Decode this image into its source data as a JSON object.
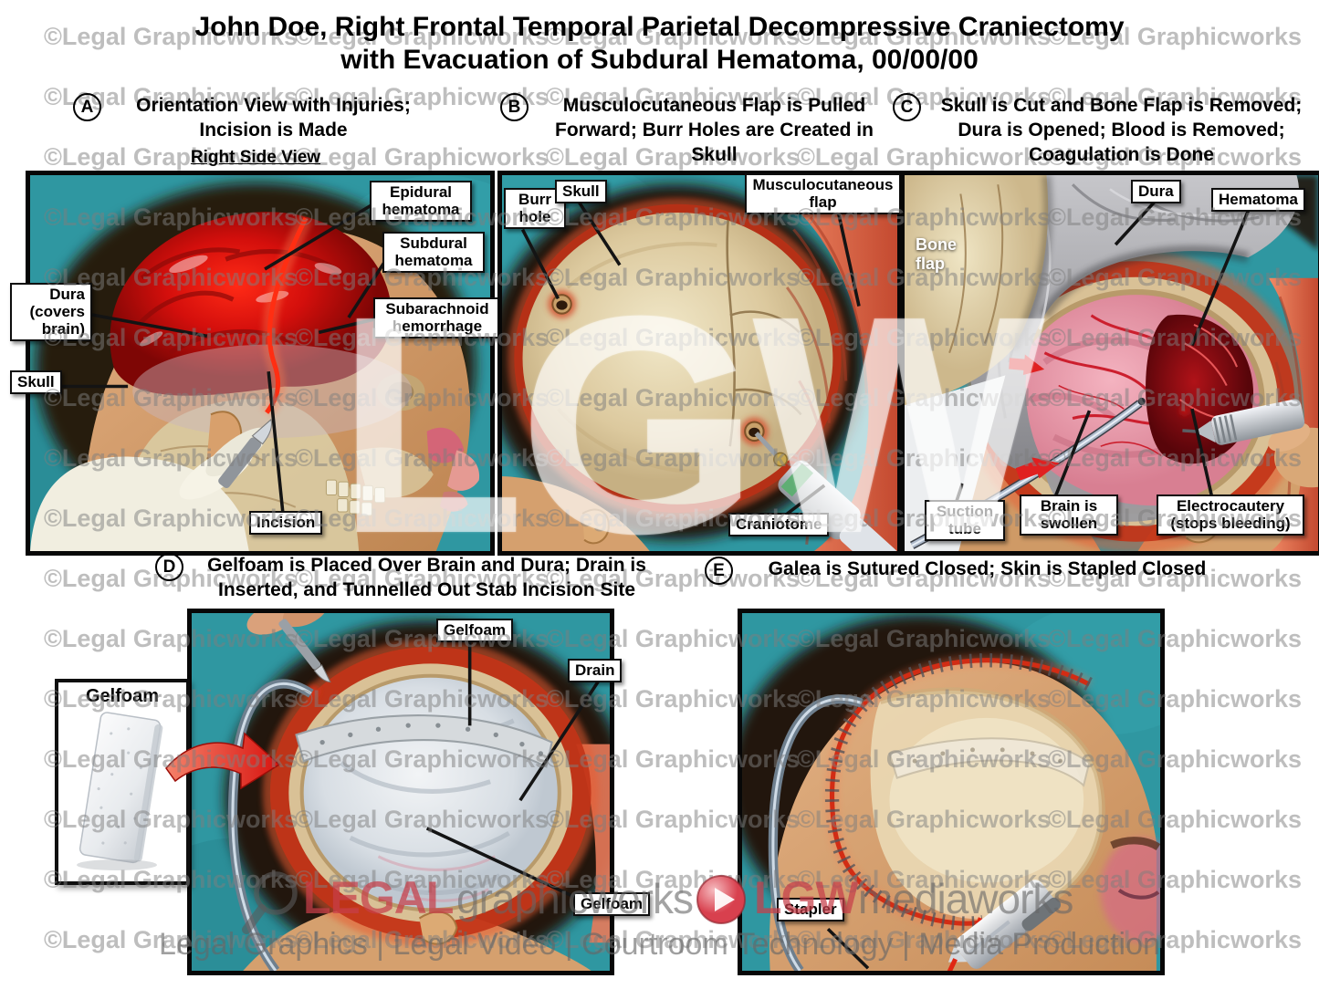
{
  "header": {
    "title_line1": "John Doe, Right Frontal Temporal Parietal Decompressive Craniectomy",
    "title_line2": "with Evacuation of Subdural Hematoma, 00/00/00"
  },
  "panels": {
    "a": {
      "letter": "A",
      "title": "Orientation View with Injuries; Incision is Made",
      "subtitle": "Right Side View",
      "labels": {
        "epidural": "Epidural hematoma",
        "subdural": "Subdural hematoma",
        "subarachnoid": "Subarachnoid hemorrhage",
        "dura": "Dura (covers brain)",
        "skull": "Skull",
        "incision": "Incision"
      }
    },
    "b": {
      "letter": "B",
      "title": "Musculocutaneous Flap is Pulled Forward; Burr Holes are Created in Skull",
      "labels": {
        "burr_hole": "Burr hole",
        "skull": "Skull",
        "flap": "Musculocutaneous flap",
        "craniotome": "Craniotome"
      }
    },
    "c": {
      "letter": "C",
      "title": "Skull is Cut and Bone Flap is Removed; Dura is Opened; Blood is Removed; Coagulation is Done",
      "labels": {
        "dura": "Dura",
        "hematoma": "Hematoma",
        "bone_flap": "Bone flap",
        "suction_tube": "Suction tube",
        "brain_swollen": "Brain is swollen",
        "electrocautery": "Electrocautery (stops bleeding)"
      }
    },
    "d": {
      "letter": "D",
      "title": "Gelfoam is Placed Over Brain and Dura; Drain is Inserted, and Tunnelled Out Stab Incision Site",
      "labels": {
        "inset_gelfoam": "Gelfoam",
        "gelfoam_top": "Gelfoam",
        "drain": "Drain",
        "gelfoam_bottom": "Gelfoam"
      }
    },
    "e": {
      "letter": "E",
      "title": "Galea is Sutured Closed; Skin is Stapled Closed",
      "labels": {
        "stapler": "Stapler"
      }
    }
  },
  "watermarks": {
    "tile_text": "©Legal Graphicworks",
    "big_text": "LGW",
    "logo_left": {
      "word1": "LEGAL",
      "word2": "graphicworks"
    },
    "logo_right": {
      "word1": "LGW",
      "word2": "mediaworks"
    },
    "tagline": "Legal Graphics | Legal Video | Courtroom Technology | Media Production"
  },
  "colors": {
    "drape_teal": "#2f97a1",
    "logo_red": "#c6414b",
    "watermark_grey": "#8c8c8c"
  }
}
